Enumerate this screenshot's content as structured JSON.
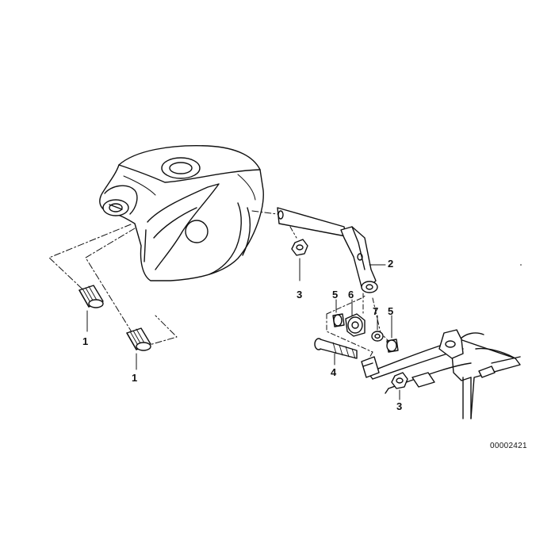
{
  "diagram": {
    "callouts": [
      {
        "id": "c1a",
        "label": "1"
      },
      {
        "id": "c1b",
        "label": "1"
      },
      {
        "id": "c2",
        "label": "2"
      },
      {
        "id": "c3a",
        "label": "3"
      },
      {
        "id": "c3b",
        "label": "3"
      },
      {
        "id": "c4",
        "label": "4"
      },
      {
        "id": "c5a",
        "label": "5"
      },
      {
        "id": "c5b",
        "label": "5"
      },
      {
        "id": "c6",
        "label": "6"
      },
      {
        "id": "c7",
        "label": "7"
      }
    ],
    "drawing_number": "00002421",
    "colors": {
      "line": "#111111",
      "paper": "#ffffff",
      "shade": "#cfcfcf"
    }
  }
}
